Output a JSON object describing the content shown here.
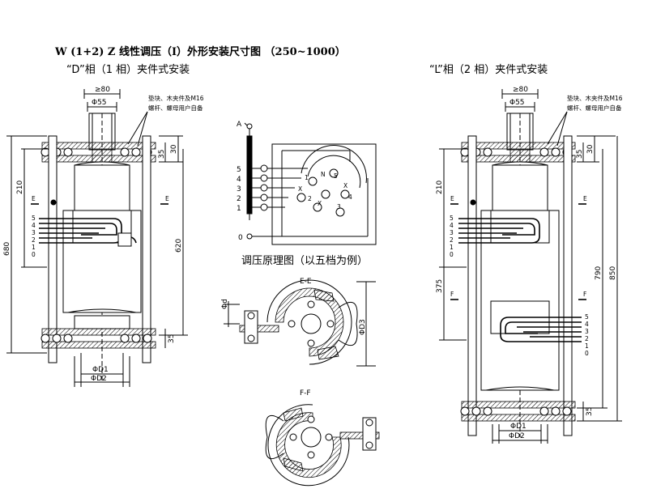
{
  "title": "W (1+2) Z 线性调压（I）外形安装尺寸图 （250~1000）",
  "left_view": {
    "heading": "“D”相（1 相）夹件式安装",
    "note_line1": "垫块、木夹件及M16",
    "note_line2": "螺杆、螺母用户自备",
    "dims": {
      "d80": "≥80",
      "d55": "Φ55",
      "d30": "30",
      "d35_top": "35",
      "d35_bot": "35",
      "d210": "210",
      "d620": "620",
      "d680": "680",
      "dD1": "ΦD1",
      "dD2": "ΦD2",
      "section_e": "E"
    },
    "taps": [
      "5",
      "4",
      "3",
      "2",
      "1",
      "0"
    ]
  },
  "right_view": {
    "heading": "“L”相（2 相）夹件式安装",
    "note_line1": "垫块、木夹件及M16",
    "note_line2": "螺杆、螺母用户自备",
    "dims": {
      "d80": "≥80",
      "d55": "Φ55",
      "d30": "30",
      "d35_top": "35",
      "d35_bot": "35",
      "d210": "210",
      "d375": "375",
      "d790": "790",
      "d850": "850",
      "dD1": "ΦD1",
      "dD2": "ΦD2",
      "section_e": "E",
      "section_f": "F"
    },
    "taps_upper": [
      "5",
      "4",
      "3",
      "2",
      "1",
      "0"
    ],
    "taps_lower": [
      "5",
      "4",
      "3",
      "2",
      "1",
      "0"
    ]
  },
  "schematic": {
    "caption": "调压原理图（以五档为例）",
    "terminal_a": "A",
    "terminal_0": "0",
    "left_taps": [
      "5",
      "4",
      "3",
      "2",
      "1"
    ],
    "inner_labels": [
      "N",
      "5",
      "X",
      "4",
      "X",
      "1",
      "2",
      "X",
      "3"
    ]
  },
  "section_ee": {
    "label": "E-E",
    "phi_d": "Φd",
    "phi_d3": "ΦD3"
  },
  "section_ff": {
    "label": "F-F"
  }
}
